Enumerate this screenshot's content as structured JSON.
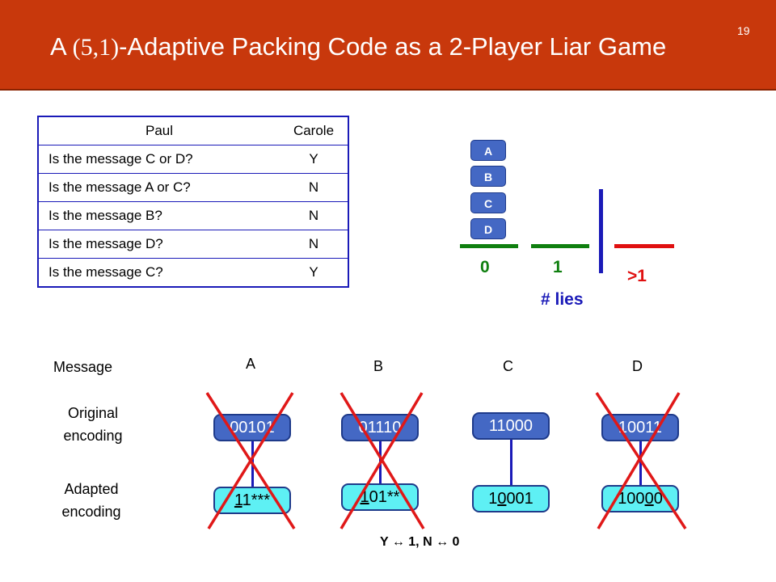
{
  "header": {
    "title_prefix": "A ",
    "title_params": "(5,1)",
    "title_suffix": "-Adaptive Packing Code as a 2-Player Liar Game",
    "slide_number": "19"
  },
  "qa_table": {
    "headers": [
      "Paul",
      "Carole"
    ],
    "rows": [
      {
        "question": "Is the message C or D?",
        "answer": "Y"
      },
      {
        "question": "Is the message A or C?",
        "answer": "N"
      },
      {
        "question": "Is the message B?",
        "answer": "N"
      },
      {
        "question": "Is the message D?",
        "answer": "N"
      },
      {
        "question": "Is the message C?",
        "answer": "Y"
      }
    ]
  },
  "lies_diagram": {
    "stacked_messages": [
      "A",
      "B",
      "C",
      "D"
    ],
    "buckets": [
      {
        "label": "0",
        "color": "#0f7f0f"
      },
      {
        "label": "1",
        "color": "#0f7f0f"
      },
      {
        "label": ">1",
        "color": "#e01010"
      }
    ],
    "axis_label": "# lies"
  },
  "encoding": {
    "row_labels": {
      "message": "Message",
      "original": [
        "Original",
        "encoding"
      ],
      "adapted": [
        "Adapted",
        "encoding"
      ]
    },
    "columns": [
      {
        "message": "A",
        "original": "00101",
        "adapted_underlined": "1",
        "adapted_rest": "1***",
        "adapted_prefix": "",
        "crossed": true
      },
      {
        "message": "B",
        "original": "01110",
        "adapted_underlined": "1",
        "adapted_rest": "01**",
        "adapted_prefix": "",
        "crossed": true
      },
      {
        "message": "C",
        "original": "11000",
        "adapted_prefix": "1",
        "adapted_underlined": "0",
        "adapted_rest": "001",
        "crossed": false
      },
      {
        "message": "D",
        "original": "10011",
        "adapted_prefix": "100",
        "adapted_underlined": "0",
        "adapted_rest": "0",
        "crossed": true
      }
    ],
    "legend": "Y ↔ 1,   N ↔ 0"
  }
}
